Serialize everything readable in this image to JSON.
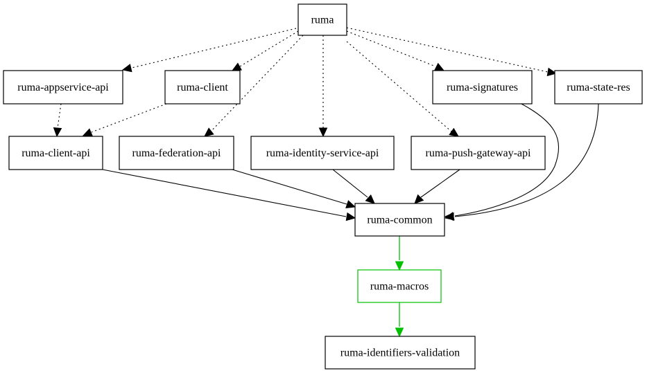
{
  "nodes": {
    "ruma": "ruma",
    "appservice_api": "ruma-appservice-api",
    "client": "ruma-client",
    "signatures": "ruma-signatures",
    "state_res": "ruma-state-res",
    "client_api": "ruma-client-api",
    "federation_api": "ruma-federation-api",
    "identity_service_api": "ruma-identity-service-api",
    "push_gateway_api": "ruma-push-gateway-api",
    "common": "ruma-common",
    "macros": "ruma-macros",
    "identifiers_validation": "ruma-identifiers-validation"
  },
  "edges": [
    {
      "from": "ruma",
      "to": "appservice_api",
      "style": "dotted"
    },
    {
      "from": "ruma",
      "to": "client",
      "style": "dotted"
    },
    {
      "from": "ruma",
      "to": "federation_api",
      "style": "dotted"
    },
    {
      "from": "ruma",
      "to": "identity_service_api",
      "style": "dotted"
    },
    {
      "from": "ruma",
      "to": "push_gateway_api",
      "style": "dotted"
    },
    {
      "from": "ruma",
      "to": "signatures",
      "style": "dotted"
    },
    {
      "from": "ruma",
      "to": "state_res",
      "style": "dotted"
    },
    {
      "from": "appservice_api",
      "to": "client_api",
      "style": "dotted"
    },
    {
      "from": "client",
      "to": "client_api",
      "style": "dotted"
    },
    {
      "from": "client_api",
      "to": "common",
      "style": "solid"
    },
    {
      "from": "federation_api",
      "to": "common",
      "style": "solid"
    },
    {
      "from": "identity_service_api",
      "to": "common",
      "style": "solid"
    },
    {
      "from": "push_gateway_api",
      "to": "common",
      "style": "solid"
    },
    {
      "from": "signatures",
      "to": "common",
      "style": "solid"
    },
    {
      "from": "state_res",
      "to": "common",
      "style": "solid"
    },
    {
      "from": "common",
      "to": "macros",
      "style": "green"
    },
    {
      "from": "macros",
      "to": "identifiers_validation",
      "style": "green"
    }
  ],
  "colors": {
    "node_border": "#000000",
    "highlight": "#00c000",
    "background": "#ffffff"
  }
}
